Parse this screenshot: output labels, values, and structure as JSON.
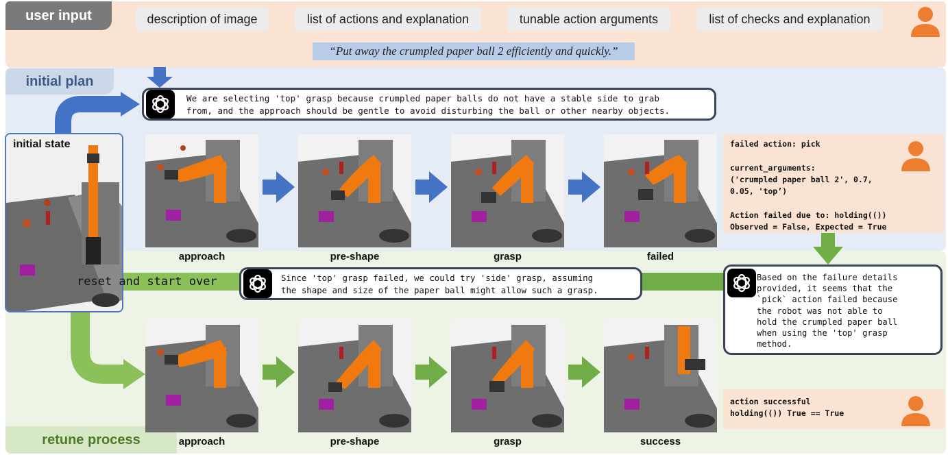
{
  "user_input": {
    "tab": "user input",
    "pills": [
      "description of image",
      "list of actions and explanation",
      "tunable action arguments",
      "list of checks and explanation"
    ],
    "quote": "“Put away the crumpled paper ball 2 efficiently and quickly.”"
  },
  "initial_plan": {
    "tab": "initial plan",
    "gpt_text": "We are selecting 'top' grasp because crumpled paper balls do not have a stable side to grab\nfrom, and the approach should be gentle to avoid disturbing the ball or other nearby objects.",
    "initial_state_label": "initial state",
    "steps": [
      "approach",
      "pre-shape",
      "grasp",
      "failed"
    ],
    "failure_note": "failed action: pick\n\ncurrent_arguments:\n('crumpled paper ball 2', 0.7,\n0.05, 'top’)\n\nAction failed due to: holding(())\nObserved = False, Expected = True"
  },
  "analysis": {
    "gpt_text": "Based on the failure details\nprovided, it seems that the\n`pick` action failed because\nthe robot was not able to\nhold the crumpled paper ball\nwhen using the 'top' grasp\nmethod."
  },
  "retune": {
    "tab": "retune process",
    "reset_label": "reset and start over",
    "gpt_text": "Since 'top' grasp failed, we could try 'side' grasp, assuming\nthe shape and size of the paper ball might allow such a grasp.",
    "steps": [
      "approach",
      "pre-shape",
      "grasp",
      "success"
    ],
    "success_note": "action successful\nholding(()) True == True"
  },
  "colors": {
    "blue_arrow": "#4472c4",
    "green_arrow": "#70ad47",
    "person": "#ed7d31",
    "robot": "#f07a10",
    "purple_target": "#a020a0"
  },
  "icons": [
    "openai-logo-icon",
    "person-icon",
    "arrow-right-icon",
    "arrow-down-icon"
  ]
}
